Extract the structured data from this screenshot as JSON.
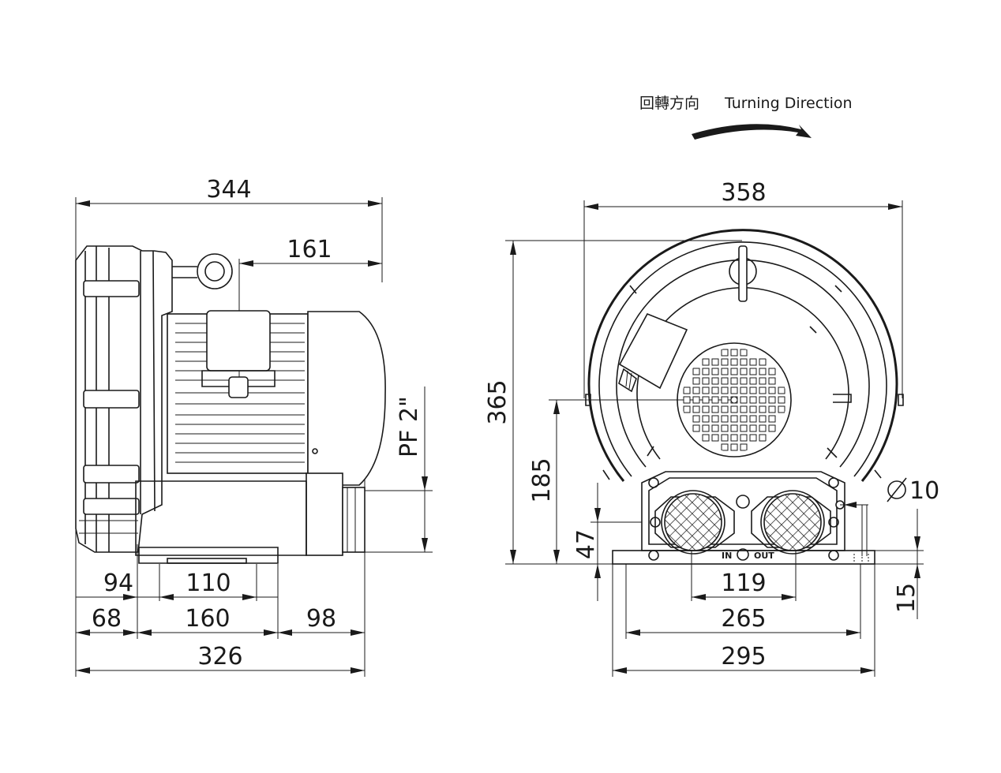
{
  "turning_direction": {
    "chinese": "回轉方向",
    "english": "Turning Direction"
  },
  "side_view": {
    "total_length": "344",
    "motor_offset": "161",
    "pipe_size": "PF 2\"",
    "mount_a": "94",
    "mount_b": "110",
    "base_a": "68",
    "base_b": "160",
    "base_c": "98",
    "base_total": "326"
  },
  "front_view": {
    "width": "358",
    "height": "365",
    "center_height": "185",
    "port_height": "47",
    "hole_diameter": "10",
    "base_thickness": "15",
    "port_spacing": "119",
    "hole_spacing": "265",
    "base_width": "295",
    "port_in": "IN",
    "port_out": "OUT"
  }
}
